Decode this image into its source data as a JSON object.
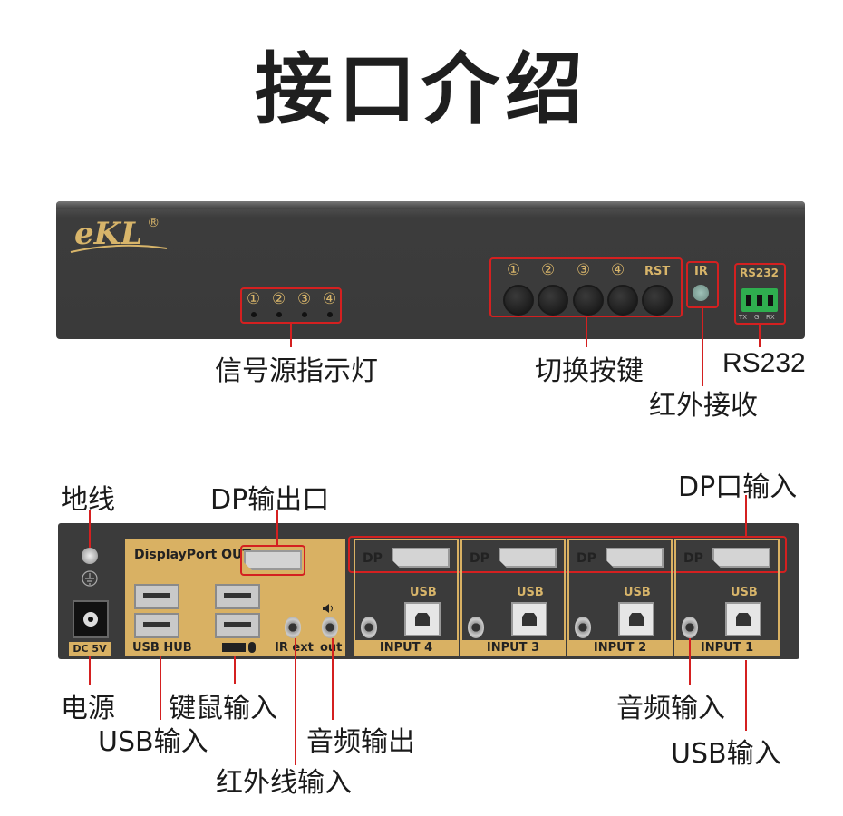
{
  "title": "接口介绍",
  "front_panel": {
    "brand": "eKL",
    "trademark": "®",
    "led_numbers": [
      "①",
      "②",
      "③",
      "④"
    ],
    "button_numbers": [
      "①",
      "②",
      "③",
      "④"
    ],
    "rst_label": "RST",
    "ir_label": "IR",
    "rs232_label": "RS232",
    "rs232_pins": [
      "TX",
      "G",
      "RX"
    ]
  },
  "front_callouts": {
    "leds": "信号源指示灯",
    "buttons": "切换按键",
    "rs232": "RS232",
    "ir": "红外接收"
  },
  "back_panel": {
    "dp_out_label": "DisplayPort OUT",
    "usb_hub_label": "USB HUB",
    "ir_ext_label": "IR ext",
    "audio_out_label": "out",
    "dc_label": "DC 5V",
    "dp_tag": "DP",
    "usb_tag": "USB",
    "inputs": [
      "INPUT 4",
      "INPUT 3",
      "INPUT 2",
      "INPUT 1"
    ]
  },
  "back_callouts": {
    "ground": "地线",
    "dp_out": "DP输出口",
    "dp_in": "DP口输入",
    "power": "电源",
    "kbm_in": "键鼠输入",
    "usb_in_left": "USB输入",
    "audio_out": "音频输出",
    "ir_in": "红外线输入",
    "audio_in": "音频输入",
    "usb_in_right": "USB输入"
  },
  "colors": {
    "callout": "#d42020",
    "gold": "#d9b163"
  }
}
